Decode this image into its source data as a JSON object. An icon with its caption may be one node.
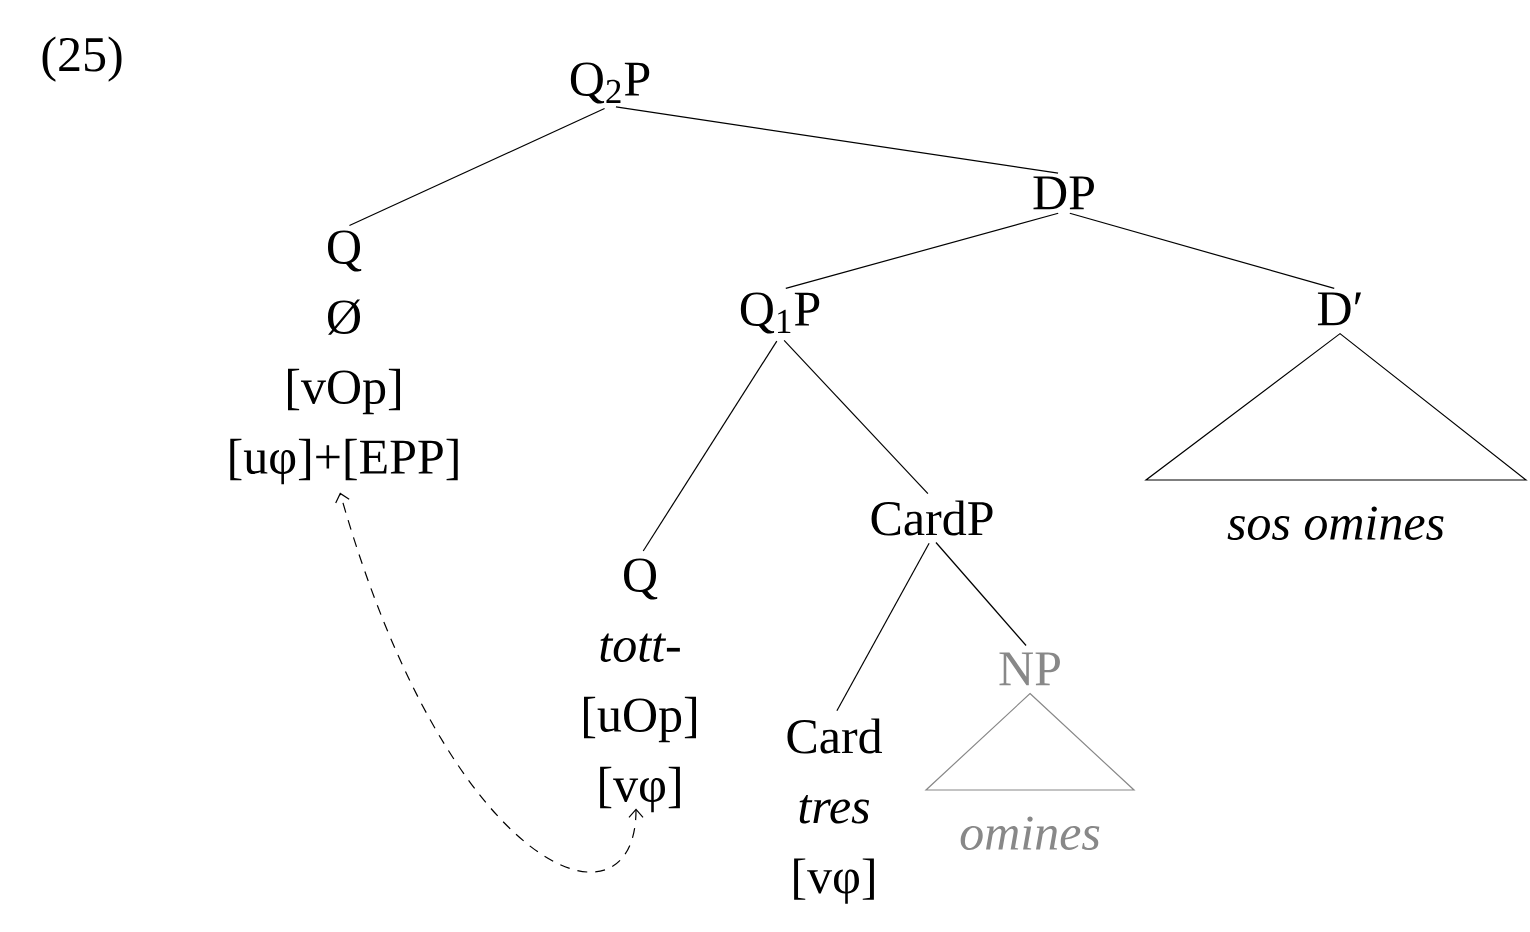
{
  "diagram": {
    "nodes": [
      {
        "text": [
          "Q$_{2}$P"
        ]
      },
      {
        "text": [
          "Q",
          "Ø",
          "[vOp]",
          "[uφ]+[EPP]"
        ]
      },
      {
        "text": [
          "DP"
        ]
      },
      {
        "text": [
          "Q$_{1}$P"
        ]
      },
      {
        "text": [
          "D′"
        ]
      },
      {
        "text": [
          "Q",
          "tott-",
          "[uOp]",
          "[vφ]"
        ]
      },
      {
        "text": [
          "CardP"
        ]
      },
      {
        "text": [
          "sos omines"
        ]
      },
      {
        "text": [
          "Card",
          "tres",
          "[vφ]"
        ]
      },
      {
        "text": [
          "NP"
        ]
      },
      {
        "text": [
          "omines"
        ]
      }
    ],
    "edges": [
      {
        "from": 0,
        "to": 1,
        "arrow": "none"
      },
      {
        "from": 0,
        "to": 2,
        "arrow": "none"
      },
      {
        "from": 2,
        "to": 3,
        "arrow": "none"
      },
      {
        "from": 2,
        "to": 4,
        "arrow": "none"
      },
      {
        "from": 3,
        "to": 5,
        "arrow": "none"
      },
      {
        "from": 3,
        "to": 6,
        "arrow": "none"
      },
      {
        "from": 6,
        "to": 8,
        "arrow": "none"
      },
      {
        "from": 6,
        "to": 9,
        "arrow": "none"
      },
      {
        "from": 5,
        "to": 1,
        "arrow": "both",
        "style": "dashed"
      }
    ],
    "labels": [
      "(25)"
    ]
  }
}
